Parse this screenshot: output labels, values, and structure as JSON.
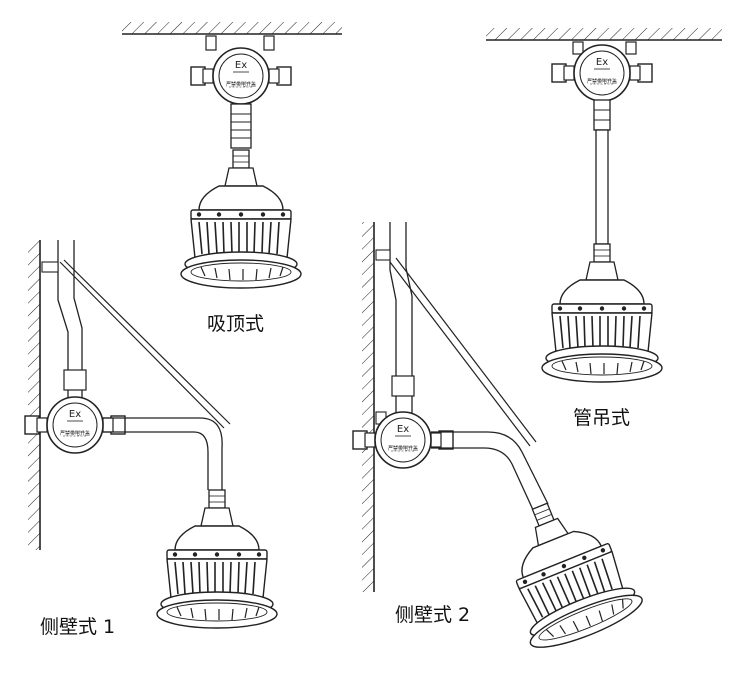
{
  "labels": {
    "ceiling_mount": "吸顶式",
    "pipe_pendant": "管吊式",
    "wall_mount_1": "侧壁式 1",
    "wall_mount_2": "侧壁式 2"
  },
  "junction_box_mark": "Ex",
  "junction_box_sublabel": "严禁带电开盖",
  "colors": {
    "line": "#222222",
    "background": "#ffffff"
  }
}
